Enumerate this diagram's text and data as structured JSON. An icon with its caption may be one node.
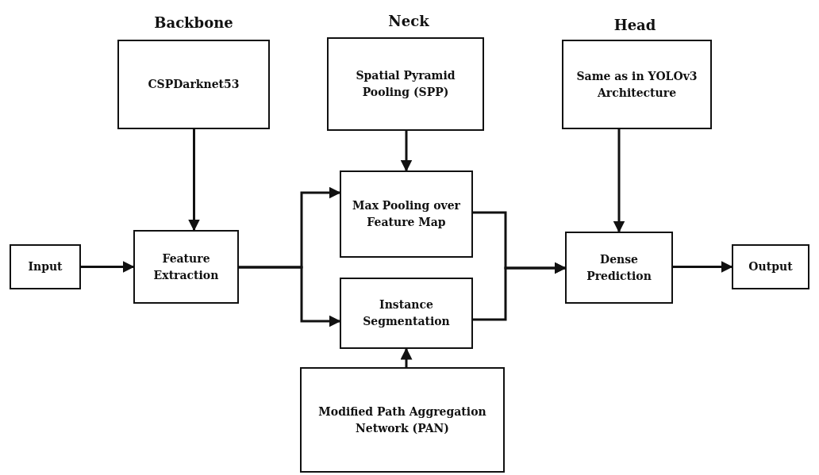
{
  "diagram": {
    "nodes": [
      {
        "text": [
          "CSPDarknet53"
        ]
      },
      {
        "text": [
          "Spatial Pyramid Pooling (SPP)"
        ]
      },
      {
        "text": [
          "Same as in YOLOv3 Architecture"
        ]
      },
      {
        "text": [
          "Input"
        ]
      },
      {
        "text": [
          "Feature Extraction"
        ]
      },
      {
        "text": [
          "Max Pooling over Feature Map"
        ]
      },
      {
        "text": [
          "Instance Segmentation"
        ]
      },
      {
        "text": [
          "Dense Prediction"
        ]
      },
      {
        "text": [
          "Output"
        ]
      },
      {
        "text": [
          "Modified Path Aggregation Network (PAN)"
        ]
      }
    ],
    "edges": [
      {
        "from": 0,
        "to": 4,
        "arrow": "to"
      },
      {
        "from": 1,
        "to": 5,
        "arrow": "to"
      },
      {
        "from": 2,
        "to": 7,
        "arrow": "to"
      },
      {
        "from": 3,
        "to": 4,
        "arrow": "to"
      },
      {
        "from": 4,
        "to": 5,
        "arrow": "to"
      },
      {
        "from": 4,
        "to": 6,
        "arrow": "to"
      },
      {
        "from": 5,
        "to": 7,
        "arrow": "to"
      },
      {
        "from": 6,
        "to": 7,
        "arrow": "to"
      },
      {
        "from": 9,
        "to": 6,
        "arrow": "to"
      },
      {
        "from": 7,
        "to": 8,
        "arrow": "to"
      }
    ],
    "labels": [
      "Backbone",
      "Neck",
      "Head"
    ]
  }
}
